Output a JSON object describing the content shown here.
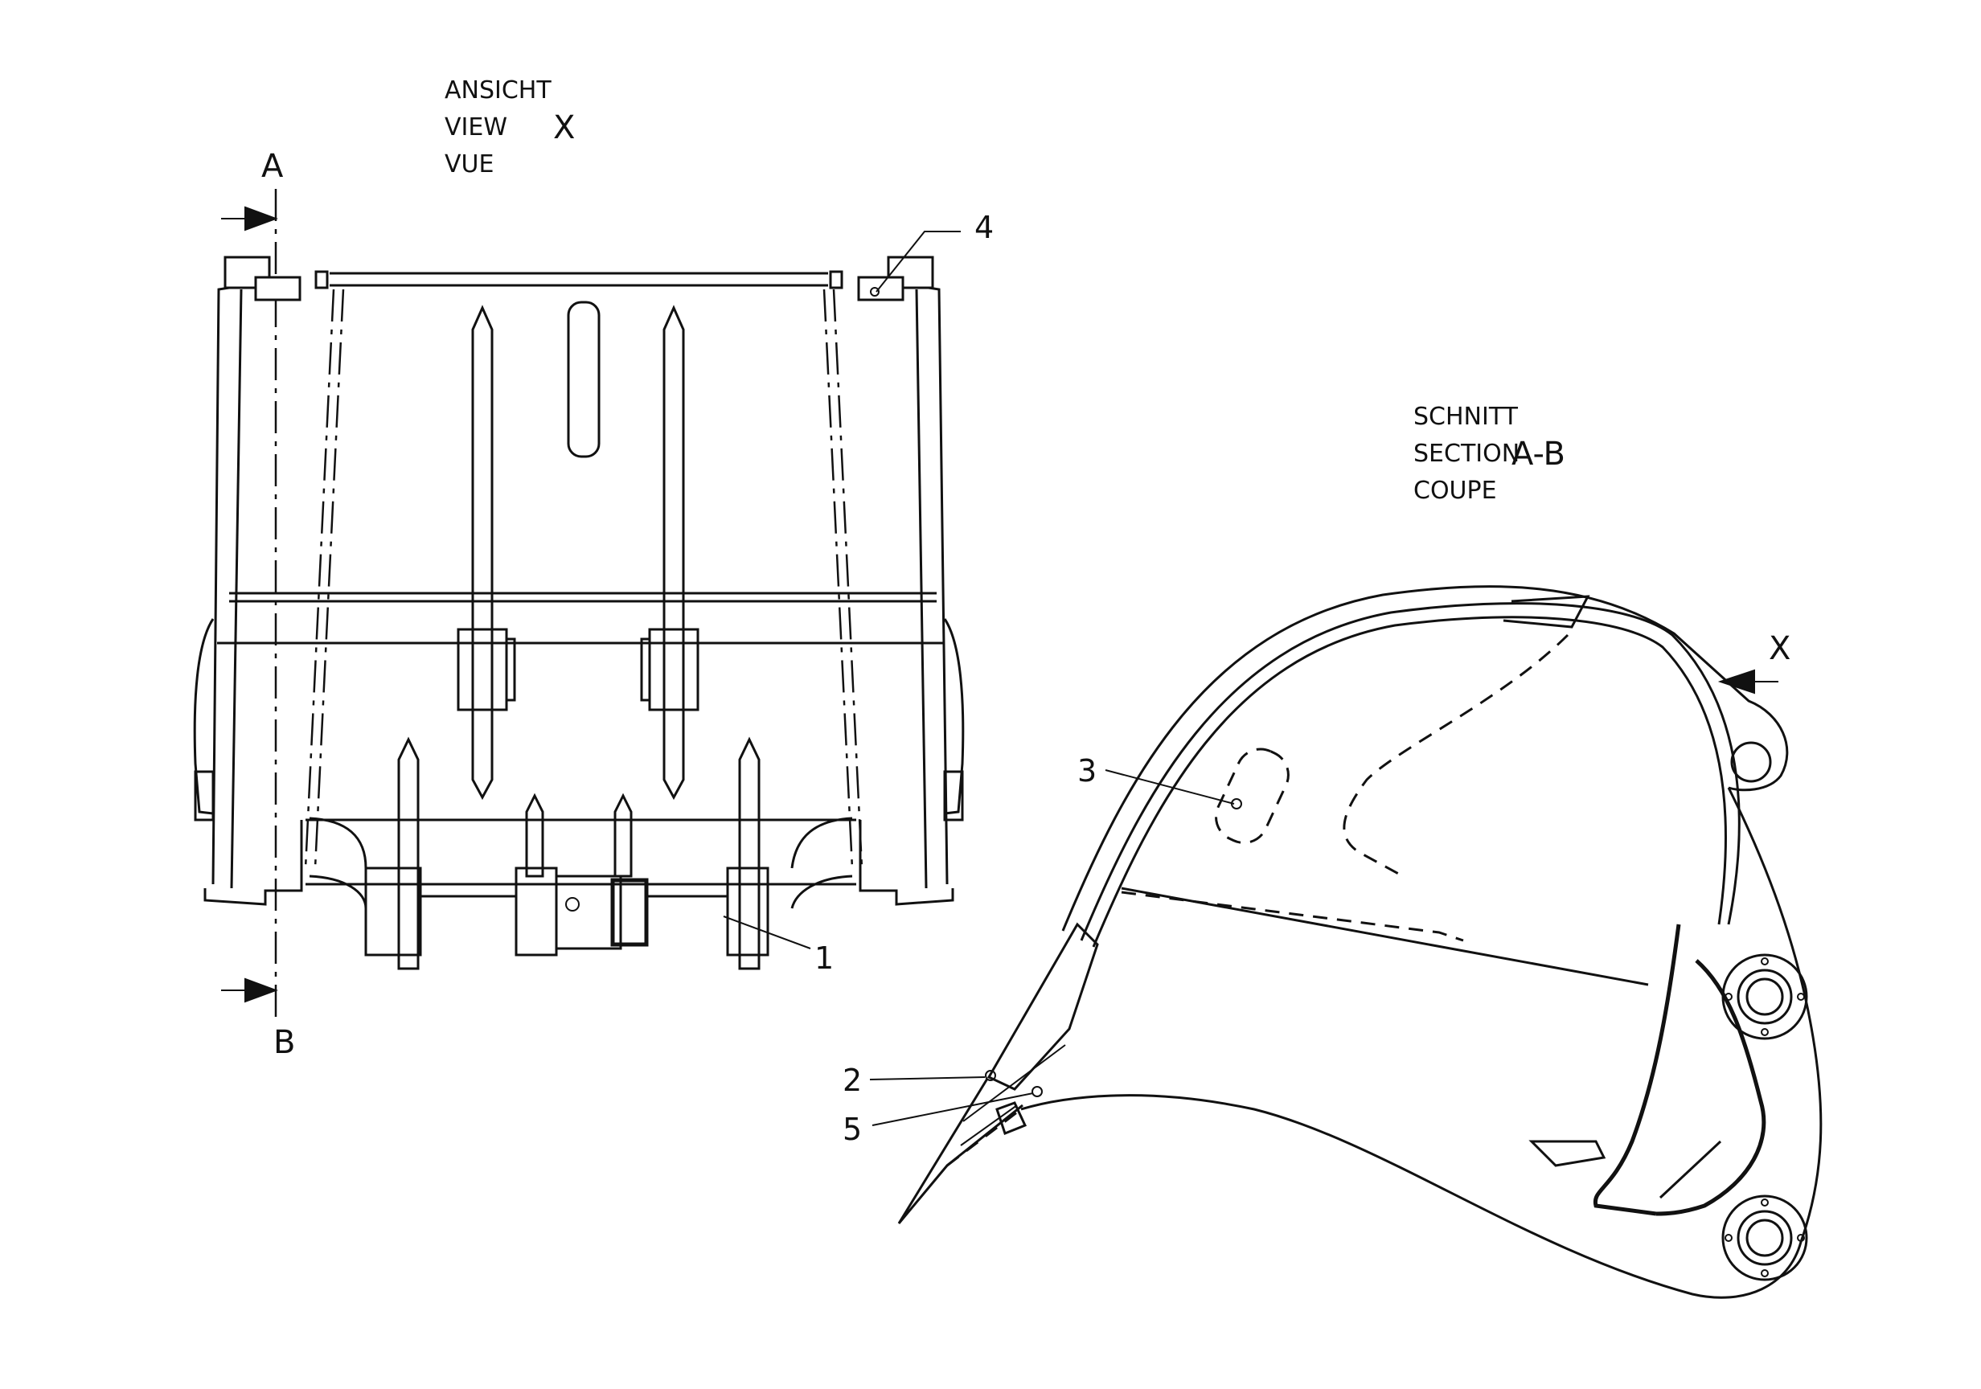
{
  "view_label": {
    "line1": "ANSICHT",
    "line2": "VIEW",
    "line3": "VUE",
    "letter": "X"
  },
  "section_label": {
    "line1": "SCHNITT",
    "line2": "SECTION",
    "line3": "COUPE",
    "letters": "A-B"
  },
  "cut_marks": {
    "top": "A",
    "bottom": "B",
    "view_arrow": "X"
  },
  "callouts": [
    "1",
    "2",
    "3",
    "4",
    "5"
  ]
}
